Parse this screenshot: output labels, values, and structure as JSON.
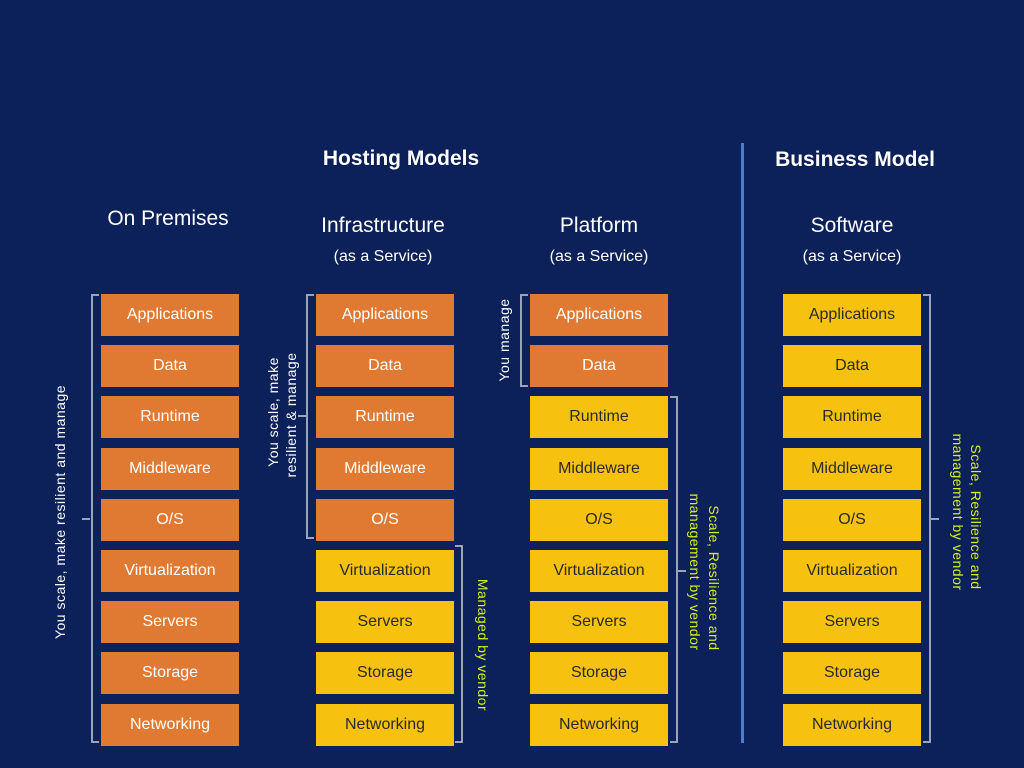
{
  "headings": {
    "hosting": "Hosting Models",
    "business": "Business Model"
  },
  "columns": {
    "on_premises": {
      "title": "On Premises"
    },
    "iaas": {
      "title": "Infrastructure",
      "sub": "(as a Service)"
    },
    "paas": {
      "title": "Platform",
      "sub": "(as a Service)"
    },
    "saas": {
      "title": "Software",
      "sub": "(as a Service)"
    }
  },
  "layers": [
    "Applications",
    "Data",
    "Runtime",
    "Middleware",
    "O/S",
    "Virtualization",
    "Servers",
    "Storage",
    "Networking"
  ],
  "labels": {
    "on_prem_you": "You scale, make resilient and manage",
    "iaas_you_line1": "You scale, make",
    "iaas_you_line2": "resilient & manage",
    "iaas_vendor": "Managed by vendor",
    "paas_you": "You manage",
    "paas_vendor_line1": "Scale, Resilience and",
    "paas_vendor_line2": "management by vendor",
    "saas_vendor_line1": "Scale, Resilience and",
    "saas_vendor_line2": "management by vendor"
  },
  "colors": {
    "background": "#0c2059",
    "you_managed": "#e07a33",
    "vendor_managed": "#f7c20f",
    "divider": "#4a7fd0",
    "vendor_label": "#d6f01a"
  },
  "ownership": {
    "on_premises": [
      "you",
      "you",
      "you",
      "you",
      "you",
      "you",
      "you",
      "you",
      "you"
    ],
    "iaas": [
      "you",
      "you",
      "you",
      "you",
      "you",
      "vendor",
      "vendor",
      "vendor",
      "vendor"
    ],
    "paas": [
      "you",
      "you",
      "vendor",
      "vendor",
      "vendor",
      "vendor",
      "vendor",
      "vendor",
      "vendor"
    ],
    "saas": [
      "vendor",
      "vendor",
      "vendor",
      "vendor",
      "vendor",
      "vendor",
      "vendor",
      "vendor",
      "vendor"
    ]
  }
}
